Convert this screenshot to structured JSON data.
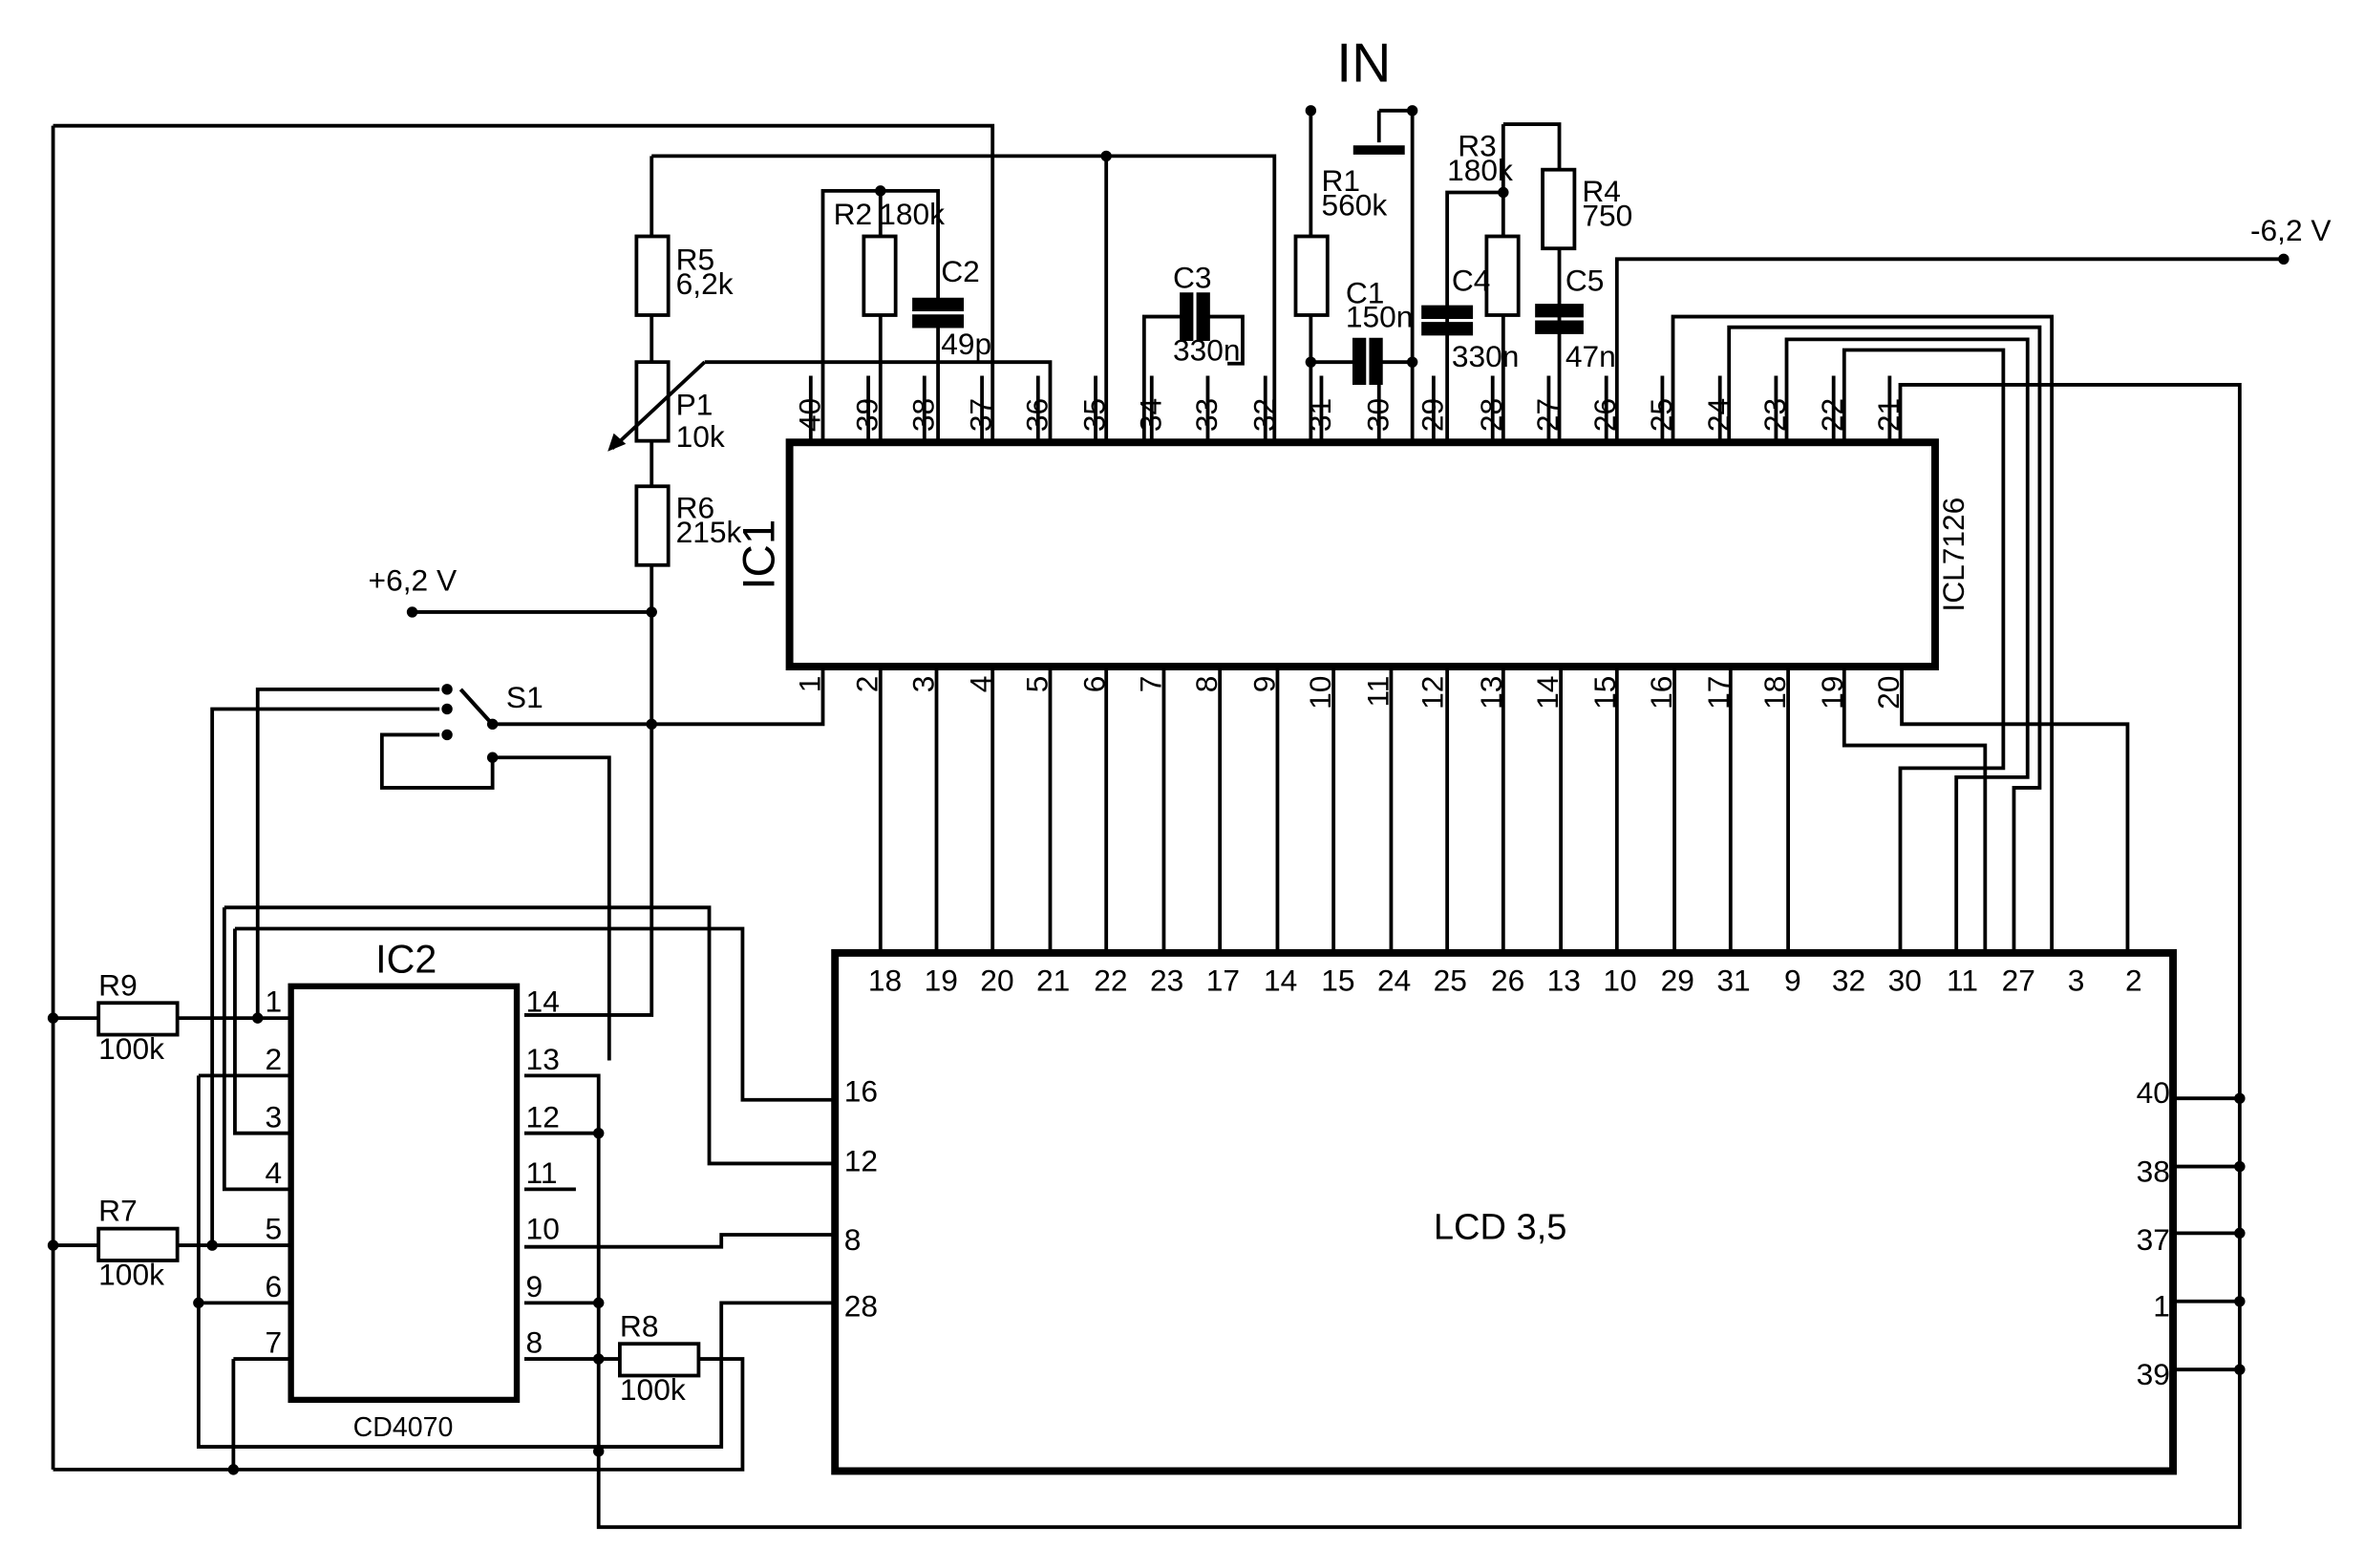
{
  "input_label": "IN",
  "supplies": {
    "negative": "-6,2 V",
    "positive": "+6,2 V"
  },
  "ic1": {
    "designator": "IC1",
    "part": "ICL7126",
    "top_pins": [
      "40",
      "39",
      "38",
      "37",
      "36",
      "35",
      "34",
      "33",
      "32",
      "31",
      "30",
      "29",
      "28",
      "27",
      "26",
      "25",
      "24",
      "23",
      "22",
      "21"
    ],
    "bottom_pins": [
      "1",
      "2",
      "3",
      "4",
      "5",
      "6",
      "7",
      "8",
      "9",
      "10",
      "11",
      "12",
      "13",
      "14",
      "15",
      "16",
      "17",
      "18",
      "19",
      "20"
    ]
  },
  "ic2": {
    "designator": "IC2",
    "part": "CD4070",
    "left_pins": [
      "1",
      "2",
      "3",
      "4",
      "5",
      "6",
      "7"
    ],
    "right_pins": [
      "14",
      "13",
      "12",
      "11",
      "10",
      "9",
      "8"
    ]
  },
  "lcd": {
    "label": "LCD 3,5",
    "top_pins": [
      "18",
      "19",
      "20",
      "21",
      "22",
      "23",
      "17",
      "14",
      "15",
      "24",
      "25",
      "26",
      "13",
      "10",
      "29",
      "31",
      "9",
      "32",
      "30",
      "11",
      "27",
      "3",
      "2"
    ],
    "left_pins": [
      "16",
      "12",
      "8",
      "28"
    ],
    "right_pins": [
      "40",
      "38",
      "37",
      "1",
      "39"
    ]
  },
  "switch": {
    "designator": "S1"
  },
  "resistors": {
    "r1": {
      "name": "R1",
      "value": "560k"
    },
    "r2": {
      "name": "R2",
      "value": "180k"
    },
    "r3": {
      "name": "R3",
      "value": "180k"
    },
    "r4": {
      "name": "R4",
      "value": "750"
    },
    "r5": {
      "name": "R5",
      "value": "6,2k"
    },
    "r6": {
      "name": "R6",
      "value": "215k"
    },
    "r7": {
      "name": "R7",
      "value": "100k"
    },
    "r8": {
      "name": "R8",
      "value": "100k"
    },
    "r9": {
      "name": "R9",
      "value": "100k"
    },
    "p1": {
      "name": "P1",
      "value": "10k"
    }
  },
  "capacitors": {
    "c1": {
      "name": "C1",
      "value": "150n"
    },
    "c2": {
      "name": "C2",
      "value": "49p"
    },
    "c3": {
      "name": "C3",
      "value": "330n"
    },
    "c4": {
      "name": "C4",
      "value": "330n"
    },
    "c5": {
      "name": "C5",
      "value": "47n"
    }
  }
}
